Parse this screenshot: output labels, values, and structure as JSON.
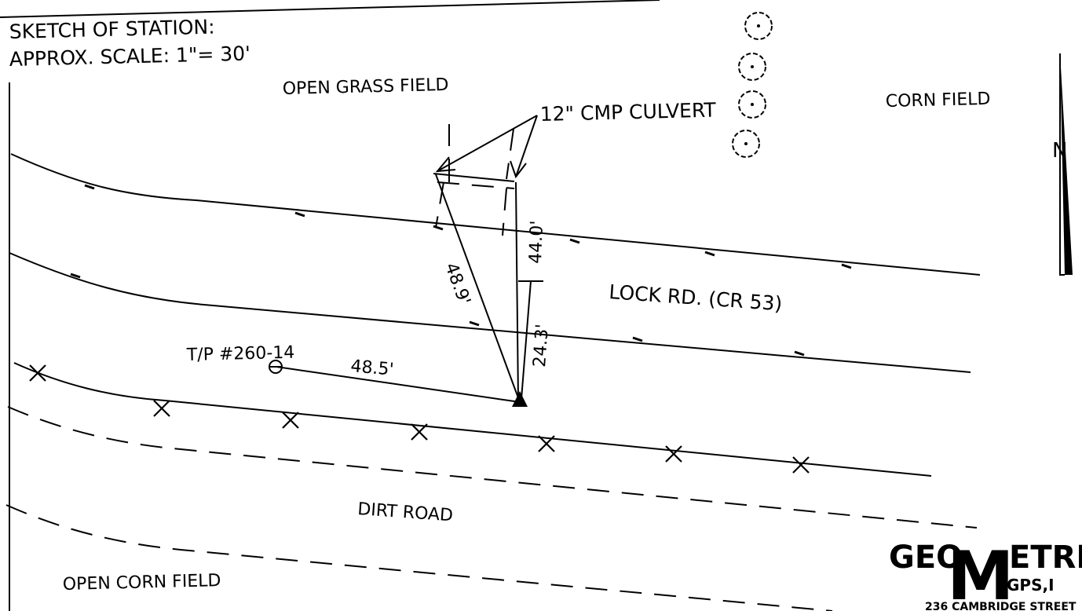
{
  "header": {
    "title": "SKETCH OF STATION:",
    "scale": "APPROX. SCALE: 1\"= 30'"
  },
  "areas": {
    "open_grass_field": "OPEN GRASS FIELD",
    "culvert": "12\" CMP CULVERT",
    "corn_field": "CORN FIELD",
    "road": "LOCK RD. (CR 53)",
    "dirt_road": "DIRT ROAD",
    "open_corn_field": "OPEN CORN FIELD"
  },
  "tp_label": "T/P #260-14",
  "dimensions": {
    "d1": "48.5'",
    "d2": "48.9'",
    "d3": "44.0'",
    "d4": "24.3'"
  },
  "north_label": "N",
  "company": {
    "name_pre": "GEO",
    "name_m": "M",
    "name_post": "ETRI",
    "sub": "GPS,I",
    "address": "236 CAMBRIDGE STREET"
  }
}
